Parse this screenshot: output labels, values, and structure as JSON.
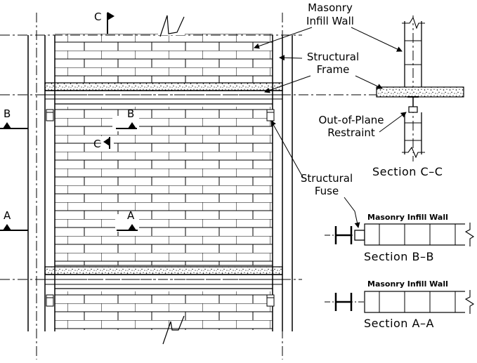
{
  "labels": {
    "masonry_infill_line1": "Masonry",
    "masonry_infill_line2": "Infill Wall",
    "structural_frame_line1": "Structural",
    "structural_frame_line2": "Frame",
    "oop_restraint_line1": "Out-of-Plane",
    "oop_restraint_line2": "Restraint",
    "structural_fuse_line1": "Structural",
    "structural_fuse_line2": "Fuse"
  },
  "section_titles": {
    "cc": "Section C–C",
    "bb": "Section B–B",
    "aa": "Section A–A"
  },
  "section_wall_labels": {
    "bb": "Masonry Infill Wall",
    "aa": "Masonry Infill Wall"
  },
  "cut_marks": {
    "c_top": "C",
    "c_mid": "C",
    "b_left": "B",
    "b_mid": "B",
    "a_left": "A",
    "a_mid": "A"
  }
}
